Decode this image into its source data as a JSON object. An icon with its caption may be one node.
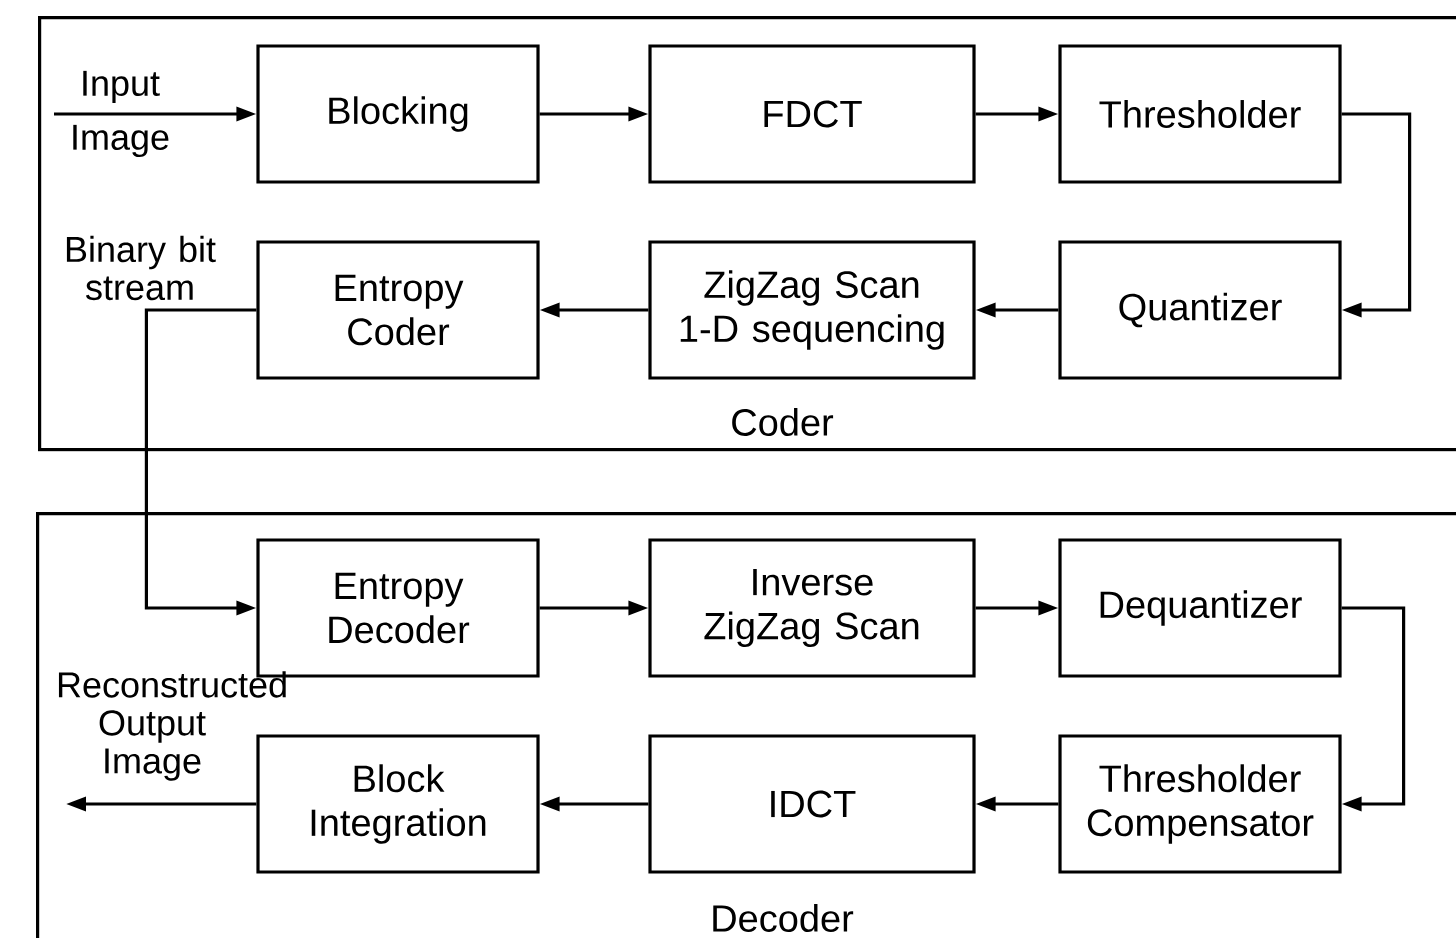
{
  "diagram": {
    "nodes": [
      {
        "text": [
          "Coder"
        ]
      },
      {
        "text": [
          "Blocking"
        ],
        "in": 0
      },
      {
        "text": [
          "FDCT"
        ],
        "in": 0
      },
      {
        "text": [
          "Thresholder"
        ],
        "in": 0
      },
      {
        "text": [
          "Entropy Coder"
        ],
        "in": 0
      },
      {
        "text": [
          "ZigZag Scan 1-D sequencing"
        ],
        "in": 0
      },
      {
        "text": [
          "Quantizer"
        ],
        "in": 0
      },
      {
        "text": [
          "Decoder"
        ]
      },
      {
        "text": [
          "Entropy Decoder"
        ],
        "in": 7
      },
      {
        "text": [
          "Inverse ZigZag Scan"
        ],
        "in": 7
      },
      {
        "text": [
          "Dequantizer"
        ],
        "in": 7
      },
      {
        "text": [
          "Block Integration"
        ],
        "in": 7
      },
      {
        "text": [
          "IDCT"
        ],
        "in": 7
      },
      {
        "text": [
          "Thresholder Compensator"
        ],
        "in": 7
      }
    ],
    "edges": [
      {
        "from": null,
        "to": 1,
        "arrow": "to",
        "label": "Input Image"
      },
      {
        "from": 1,
        "to": 2,
        "arrow": "to"
      },
      {
        "from": 2,
        "to": 3,
        "arrow": "to"
      },
      {
        "from": 3,
        "to": 6,
        "arrow": "to"
      },
      {
        "from": 6,
        "to": 5,
        "arrow": "to"
      },
      {
        "from": 5,
        "to": 4,
        "arrow": "to"
      },
      {
        "from": 4,
        "to": 8,
        "arrow": "to",
        "label": "Binary bit stream"
      },
      {
        "from": 8,
        "to": 9,
        "arrow": "to"
      },
      {
        "from": 9,
        "to": 10,
        "arrow": "to"
      },
      {
        "from": 10,
        "to": 13,
        "arrow": "to"
      },
      {
        "from": 13,
        "to": 12,
        "arrow": "to"
      },
      {
        "from": 12,
        "to": 11,
        "arrow": "to"
      },
      {
        "from": 11,
        "to": null,
        "arrow": "to",
        "label": "Reconstructed Output Image"
      }
    ]
  }
}
